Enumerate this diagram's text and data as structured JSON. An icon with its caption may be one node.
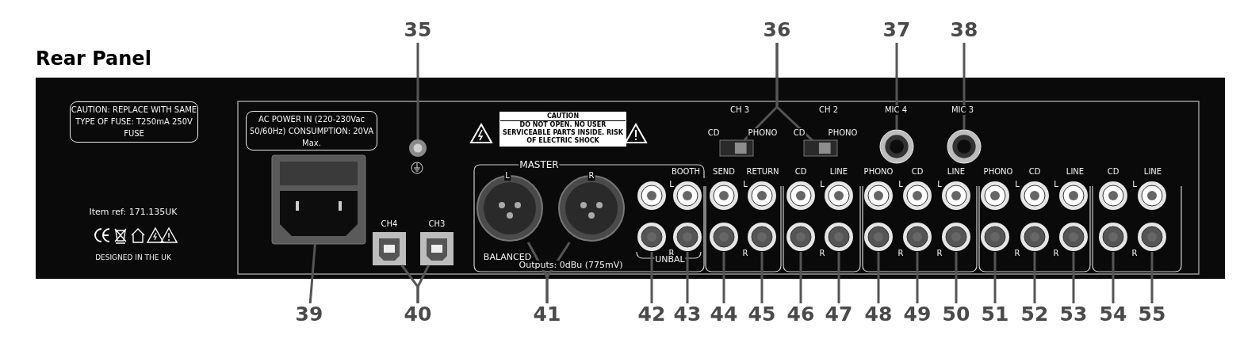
{
  "diagram": {
    "title": "Rear Panel",
    "nodes": [
      {
        "text": [
          "35"
        ]
      },
      {
        "text": [
          "36"
        ]
      },
      {
        "text": [
          "37"
        ]
      },
      {
        "text": [
          "38"
        ]
      },
      {
        "text": [
          "39"
        ]
      },
      {
        "text": [
          "40"
        ]
      },
      {
        "text": [
          "41"
        ]
      },
      {
        "text": [
          "42"
        ]
      },
      {
        "text": [
          "43"
        ]
      },
      {
        "text": [
          "44"
        ]
      },
      {
        "text": [
          "45"
        ]
      },
      {
        "text": [
          "46"
        ]
      },
      {
        "text": [
          "47"
        ]
      },
      {
        "text": [
          "48"
        ]
      },
      {
        "text": [
          "49"
        ]
      },
      {
        "text": [
          "50"
        ]
      },
      {
        "text": [
          "51"
        ]
      },
      {
        "text": [
          "52"
        ]
      },
      {
        "text": [
          "53"
        ]
      },
      {
        "text": [
          "54"
        ]
      },
      {
        "text": [
          "55"
        ]
      },
      {
        "text": [],
        "shape": "circle"
      },
      {
        "text": [],
        "shape": "box"
      },
      {
        "text": [],
        "shape": "box"
      },
      {
        "text": [],
        "shape": "circle"
      },
      {
        "text": [],
        "shape": "circle"
      },
      {
        "text": [],
        "shape": "box"
      },
      {
        "text": [],
        "shape": "box"
      },
      {
        "text": [],
        "shape": "box"
      },
      {
        "text": [],
        "shape": "circle"
      },
      {
        "text": [],
        "shape": "circle"
      },
      {
        "text": [],
        "shape": "circle"
      },
      {
        "text": [],
        "shape": "circle"
      },
      {
        "text": [],
        "shape": "circle"
      },
      {
        "text": [],
        "shape": "circle"
      },
      {
        "text": [],
        "shape": "circle"
      },
      {
        "text": [],
        "shape": "circle"
      },
      {
        "text": [],
        "shape": "circle"
      },
      {
        "text": [],
        "shape": "circle"
      },
      {
        "text": [],
        "shape": "circle"
      },
      {
        "text": [],
        "shape": "circle"
      },
      {
        "text": [],
        "shape": "circle"
      },
      {
        "text": [],
        "shape": "circle"
      },
      {
        "text": [],
        "shape": "circle"
      },
      {
        "text": [],
        "shape": "circle"
      },
      {
        "text": [
          "CAUTION: REPLACE WITH SAME TYPE OF FUSE: T250mA 250V FUSE"
        ]
      },
      {
        "text": [
          "AC POWER IN (220-230Vac  50/60Hz) CONSUMPTION: 20VA Max."
        ]
      },
      {
        "text": [
          "CAUTION",
          "DO NOT OPEN. NO USER SERVICEABLE PARTS INSIDE. RISK OF ELECTRIC SHOCK"
        ]
      }
    ],
    "edges": [
      {
        "from": 0,
        "to": 21,
        "arrow": "none"
      },
      {
        "from": 1,
        "to": 22,
        "arrow": "none"
      },
      {
        "from": 1,
        "to": 23,
        "arrow": "none"
      },
      {
        "from": 2,
        "to": 24,
        "arrow": "none"
      },
      {
        "from": 3,
        "to": 25,
        "arrow": "none"
      },
      {
        "from": 4,
        "to": 26,
        "arrow": "none"
      },
      {
        "from": 5,
        "to": 27,
        "arrow": "none"
      },
      {
        "from": 5,
        "to": 28,
        "arrow": "none"
      },
      {
        "from": 6,
        "to": 29,
        "arrow": "none"
      },
      {
        "from": 6,
        "to": 30,
        "arrow": "none"
      },
      {
        "from": 7,
        "to": 31,
        "arrow": "none"
      },
      {
        "from": 8,
        "to": 32,
        "arrow": "none"
      },
      {
        "from": 9,
        "to": 33,
        "arrow": "none"
      },
      {
        "from": 10,
        "to": 34,
        "arrow": "none"
      },
      {
        "from": 11,
        "to": 35,
        "arrow": "none"
      },
      {
        "from": 12,
        "to": 36,
        "arrow": "none"
      },
      {
        "from": 13,
        "to": 37,
        "arrow": "none"
      },
      {
        "from": 14,
        "to": 38,
        "arrow": "none"
      },
      {
        "from": 15,
        "to": 39,
        "arrow": "none"
      },
      {
        "from": 16,
        "to": 40,
        "arrow": "none"
      },
      {
        "from": 17,
        "to": 41,
        "arrow": "none"
      },
      {
        "from": 18,
        "to": 42,
        "arrow": "none"
      },
      {
        "from": 19,
        "to": 43,
        "arrow": "none"
      },
      {
        "from": 20,
        "to": 44,
        "arrow": "none"
      }
    ],
    "labels": [
      "Item ref: 171.135UK",
      "DESIGNED IN THE UK",
      "CH4",
      "CH3",
      "CH 3",
      "CH 2",
      "CD",
      "PHONO",
      "CD",
      "PHONO",
      "MIC 4",
      "MIC 3",
      "MASTER",
      "L",
      "R",
      "BOOTH",
      "SEND",
      "RETURN",
      "CD",
      "LINE",
      "PHONO",
      "CD",
      "LINE",
      "PHONO",
      "CD",
      "LINE",
      "CD",
      "LINE",
      "L",
      "L",
      "L",
      "L",
      "L",
      "L",
      "L",
      "L",
      "R",
      "R",
      "R",
      "R",
      "R",
      "R",
      "R",
      "R",
      "BALANCED",
      "Outputs: 0dBu (775mV)",
      "UNBAL"
    ]
  }
}
